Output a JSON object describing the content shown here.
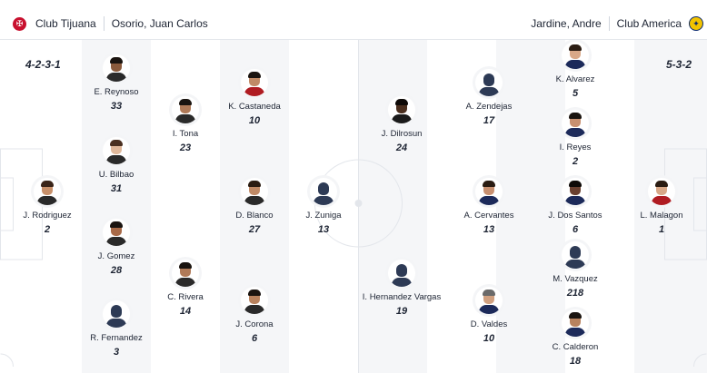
{
  "home": {
    "team": "Club Tijuana",
    "coach": "Osorio, Juan Carlos",
    "formation": "4-2-3-1",
    "crest_icon": "club-tijuana-crest-icon",
    "players": [
      {
        "name": "E. Reynoso",
        "number": "33",
        "avatar": "photo",
        "skin": "#8a5a3c",
        "hair": "#1a1410",
        "shirt": "#2a2a2a"
      },
      {
        "name": "U. Bilbao",
        "number": "31",
        "avatar": "photo",
        "skin": "#e0b89a",
        "hair": "#4a3020",
        "shirt": "#2a2a2a"
      },
      {
        "name": "J. Gomez",
        "number": "28",
        "avatar": "photo",
        "skin": "#a86a48",
        "hair": "#1a1410",
        "shirt": "#2a2a2a"
      },
      {
        "name": "R. Fernandez",
        "number": "3",
        "avatar": "silhouette"
      },
      {
        "name": "J. Rodriguez",
        "number": "2",
        "avatar": "photo",
        "skin": "#c8906a",
        "hair": "#3a2418",
        "shirt": "#2a2a2a"
      },
      {
        "name": "I. Tona",
        "number": "23",
        "avatar": "photo",
        "skin": "#b07a58",
        "hair": "#1a1410",
        "shirt": "#2a2a2a"
      },
      {
        "name": "C. Rivera",
        "number": "14",
        "avatar": "photo",
        "skin": "#b07a58",
        "hair": "#1a1410",
        "shirt": "#2a2a2a"
      },
      {
        "name": "K. Castaneda",
        "number": "10",
        "avatar": "photo",
        "skin": "#c08a66",
        "hair": "#1a1410",
        "shirt": "#b01c22"
      },
      {
        "name": "D. Blanco",
        "number": "27",
        "avatar": "photo",
        "skin": "#c08a66",
        "hair": "#2a1c12",
        "shirt": "#2a2a2a"
      },
      {
        "name": "J. Corona",
        "number": "6",
        "avatar": "photo",
        "skin": "#b8825e",
        "hair": "#1a1410",
        "shirt": "#2a2a2a"
      },
      {
        "name": "J. Zuniga",
        "number": "13",
        "avatar": "silhouette"
      }
    ]
  },
  "away": {
    "team": "Club America",
    "coach": "Jardine, Andre",
    "formation": "5-3-2",
    "crest_icon": "club-america-crest-icon",
    "players": [
      {
        "name": "J. Dilrosun",
        "number": "24",
        "avatar": "photo",
        "skin": "#4a2e1e",
        "hair": "#0e0a08",
        "shirt": "#1a1a1a"
      },
      {
        "name": "I. Hernandez Vargas",
        "number": "19",
        "avatar": "silhouette"
      },
      {
        "name": "A. Zendejas",
        "number": "17",
        "avatar": "silhouette"
      },
      {
        "name": "A. Cervantes",
        "number": "13",
        "avatar": "photo",
        "skin": "#c89070",
        "hair": "#2a1c12",
        "shirt": "#1c2a5a"
      },
      {
        "name": "D. Valdes",
        "number": "10",
        "avatar": "photo",
        "skin": "#d0a080",
        "hair": "#6a6a6a",
        "shirt": "#1c2a5a"
      },
      {
        "name": "K. Alvarez",
        "number": "5",
        "avatar": "photo",
        "skin": "#d8a888",
        "hair": "#2a1c12",
        "shirt": "#1c2a5a"
      },
      {
        "name": "I. Reyes",
        "number": "2",
        "avatar": "photo",
        "skin": "#c89070",
        "hair": "#1a1410",
        "shirt": "#1c2a5a"
      },
      {
        "name": "J. Dos Santos",
        "number": "6",
        "avatar": "photo",
        "skin": "#6a4030",
        "hair": "#0e0a08",
        "shirt": "#1c2a5a"
      },
      {
        "name": "M. Vazquez",
        "number": "218",
        "avatar": "silhouette"
      },
      {
        "name": "C. Calderon",
        "number": "18",
        "avatar": "photo",
        "skin": "#b8825e",
        "hair": "#1a1410",
        "shirt": "#1c2a5a"
      },
      {
        "name": "L. Malagon",
        "number": "1",
        "avatar": "photo",
        "skin": "#d8a888",
        "hair": "#2a1c12",
        "shirt": "#b01c22"
      }
    ]
  },
  "colors": {
    "pitch_light": "#ffffff",
    "pitch_dark": "#f5f6f8",
    "lines": "#e3e6eb",
    "tijuana": "#c8102e",
    "america": "#f2c300"
  }
}
